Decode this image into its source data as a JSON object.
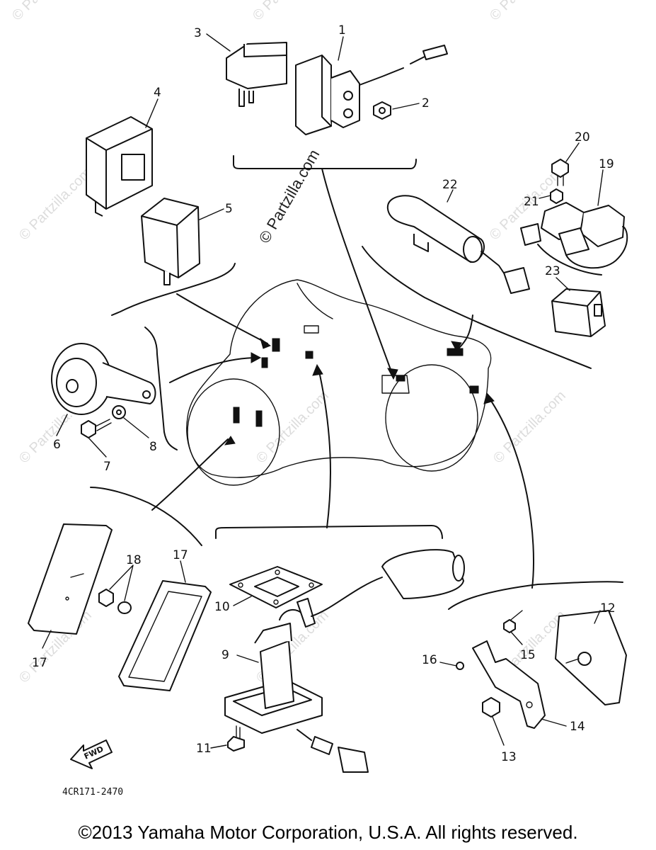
{
  "parts": [
    {
      "num": "1"
    },
    {
      "num": "2"
    },
    {
      "num": "3"
    },
    {
      "num": "4"
    },
    {
      "num": "5"
    },
    {
      "num": "6"
    },
    {
      "num": "7"
    },
    {
      "num": "8"
    },
    {
      "num": "9"
    },
    {
      "num": "10"
    },
    {
      "num": "11"
    },
    {
      "num": "12"
    },
    {
      "num": "13"
    },
    {
      "num": "14"
    },
    {
      "num": "15"
    },
    {
      "num": "16"
    },
    {
      "num": "17"
    },
    {
      "num": "18"
    },
    {
      "num": "19"
    },
    {
      "num": "20"
    },
    {
      "num": "21"
    },
    {
      "num": "22"
    },
    {
      "num": "23"
    }
  ],
  "watermark": "© Partzilla.com",
  "diagram_code": "4CR171-2470",
  "fwd_label": "FWD",
  "copyright": "©2013  Yamaha Motor Corporation, U.S.A. All rights reserved."
}
